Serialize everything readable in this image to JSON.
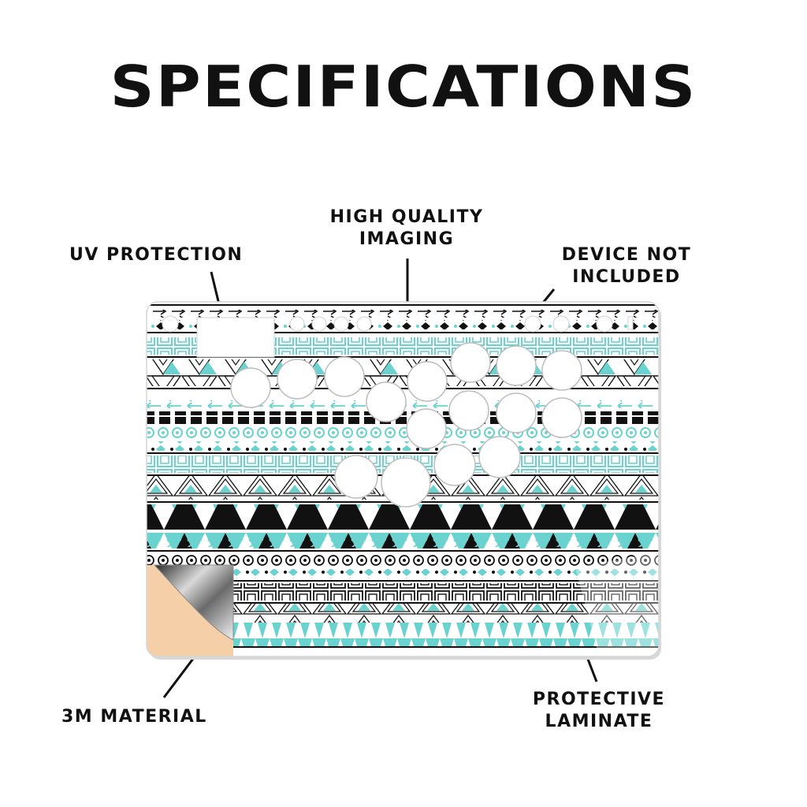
{
  "page": {
    "title": "SPECIFICATIONS"
  },
  "callouts": {
    "uv_protection": "UV PROTECTION",
    "high_quality_imaging": [
      "HIGH QUALITY",
      "IMAGING"
    ],
    "device_not_included": [
      "DEVICE NOT",
      "INCLUDED"
    ],
    "material": "3M MATERIAL",
    "protective_laminate": [
      "PROTECTIVE",
      "LAMINATE"
    ]
  },
  "colors": {
    "teal": "#6ad3cf",
    "black": "#111111",
    "backing": "#f5cfa8",
    "silver": "#bdbdbd"
  },
  "icons": [
    "arrow-pattern",
    "triangle-pattern",
    "square-pattern",
    "button-hole",
    "peel-corner"
  ]
}
